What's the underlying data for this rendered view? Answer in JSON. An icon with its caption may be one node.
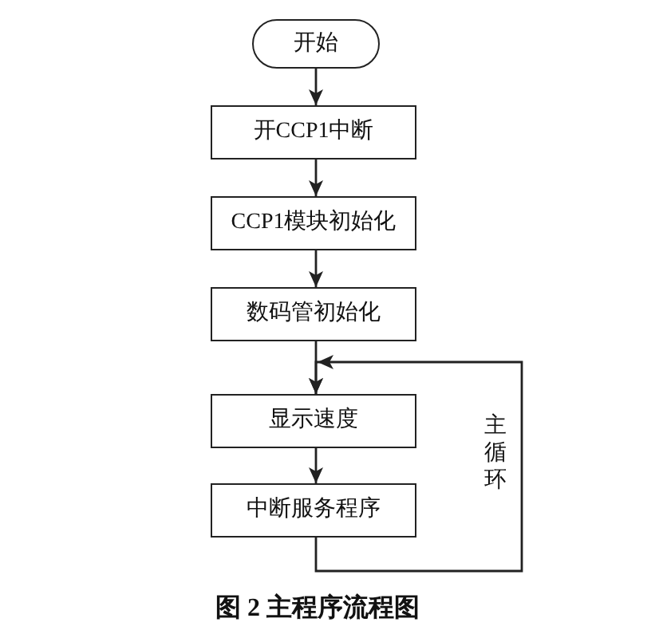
{
  "diagram": {
    "caption": "图 2 主程序流程图",
    "nodes": [
      {
        "text": [
          "开始"
        ]
      },
      {
        "text": [
          "开CCP1中断"
        ]
      },
      {
        "text": [
          "CCP1模块初始化"
        ]
      },
      {
        "text": [
          "数码管初始化"
        ]
      },
      {
        "text": [
          "显示速度"
        ]
      },
      {
        "text": [
          "中断服务程序"
        ]
      }
    ],
    "edges": [
      {
        "from": 0,
        "to": 1,
        "arrow": "to"
      },
      {
        "from": 1,
        "to": 2,
        "arrow": "to"
      },
      {
        "from": 2,
        "to": 3,
        "arrow": "to"
      },
      {
        "from": 3,
        "to": 4,
        "arrow": "to"
      },
      {
        "from": 4,
        "to": 5,
        "arrow": "to"
      },
      {
        "from": 5,
        "to": 4,
        "arrow": "to",
        "label": "主循环"
      }
    ]
  }
}
